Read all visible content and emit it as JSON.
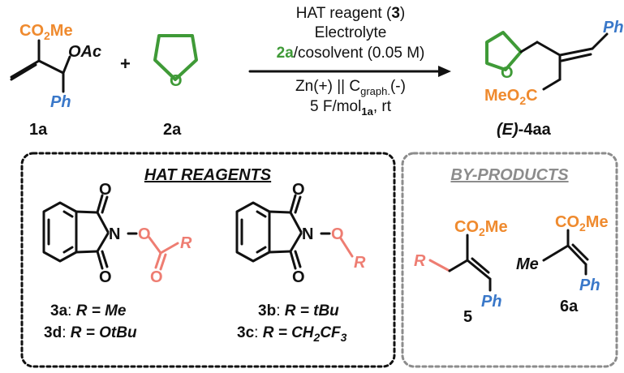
{
  "colors": {
    "orange": "#ef8a2e",
    "blue": "#3a78c9",
    "green": "#3f9a37",
    "salmon": "#ee7d72",
    "black": "#111111",
    "grey": "#8c8c8c"
  },
  "reaction": {
    "substrate": {
      "co2me": "CO₂Me",
      "oac": "OAc",
      "ph": "Ph",
      "label": "1a"
    },
    "plus": "+",
    "thf": {
      "o": "O",
      "label": "2a"
    },
    "conditions": {
      "line1_pre": "HAT reagent (",
      "line1_num": "3",
      "line1_post": ")",
      "line2": "Electrolyte",
      "line3_reagent": "2a",
      "line3_rest": "/cosolvent (0.05 M)",
      "line4": "Zn(+) || C",
      "line4_sub": "graph.",
      "line4_end": "(-)",
      "line5": "5 F/mol",
      "line5_sub": "1a",
      "line5_end": ", rt"
    },
    "product": {
      "o": "O",
      "ph": "Ph",
      "meo2c": "MeO₂C",
      "label_stereo": "(E)",
      "label_main": "-4aa"
    }
  },
  "hat_box": {
    "title": "HAT REAGENTS",
    "reagent_a": {
      "n": "N",
      "o_top": "O",
      "o_bot": "O",
      "o_link": "O",
      "o_carbonyl": "O",
      "r": "R"
    },
    "reagent_b": {
      "n": "N",
      "o_top": "O",
      "o_bot": "O",
      "o_link": "O",
      "r": "R"
    },
    "labels": [
      {
        "id": "3a",
        "value": "R = Me"
      },
      {
        "id": "3d",
        "value": "R = OtBu"
      },
      {
        "id": "3b",
        "value": "R = tBu"
      },
      {
        "id": "3c",
        "value_pre": "R = CH",
        "sub1": "2",
        "mid": "CF",
        "sub2": "3"
      }
    ]
  },
  "byproducts_box": {
    "title": "BY-PRODUCTS",
    "bp5": {
      "r": "R",
      "co2me": "CO₂Me",
      "ph": "Ph",
      "label": "5"
    },
    "bp6a": {
      "me": "Me",
      "co2me": "CO₂Me",
      "ph": "Ph",
      "label": "6a"
    }
  }
}
